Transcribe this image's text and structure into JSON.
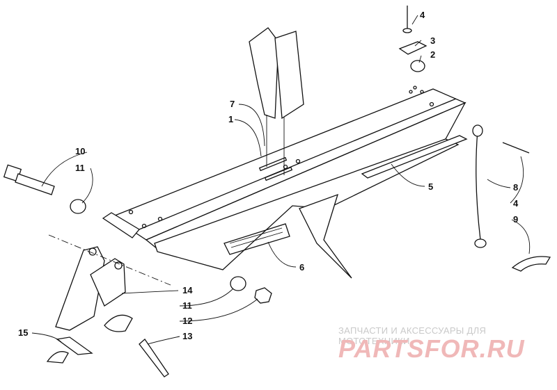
{
  "callouts": {
    "c1": "1",
    "c2": "2",
    "c3": "3",
    "c4a": "4",
    "c4b": "4",
    "c5": "5",
    "c6": "6",
    "c7": "7",
    "c8": "8",
    "c9": "9",
    "c10": "10",
    "c11a": "11",
    "c11b": "11",
    "c12": "12",
    "c13": "13",
    "c14": "14",
    "c15": "15"
  },
  "watermark": {
    "caption": "ЗАПЧАСТИ И АКСЕССУАРЫ ДЛЯ МОТОТЕХНИКИ",
    "logo": "PARTSFOR.RU"
  },
  "colors": {
    "line": "#111111",
    "watermark_logo": "#f0b8b8",
    "watermark_caption": "#c9c9c9"
  }
}
